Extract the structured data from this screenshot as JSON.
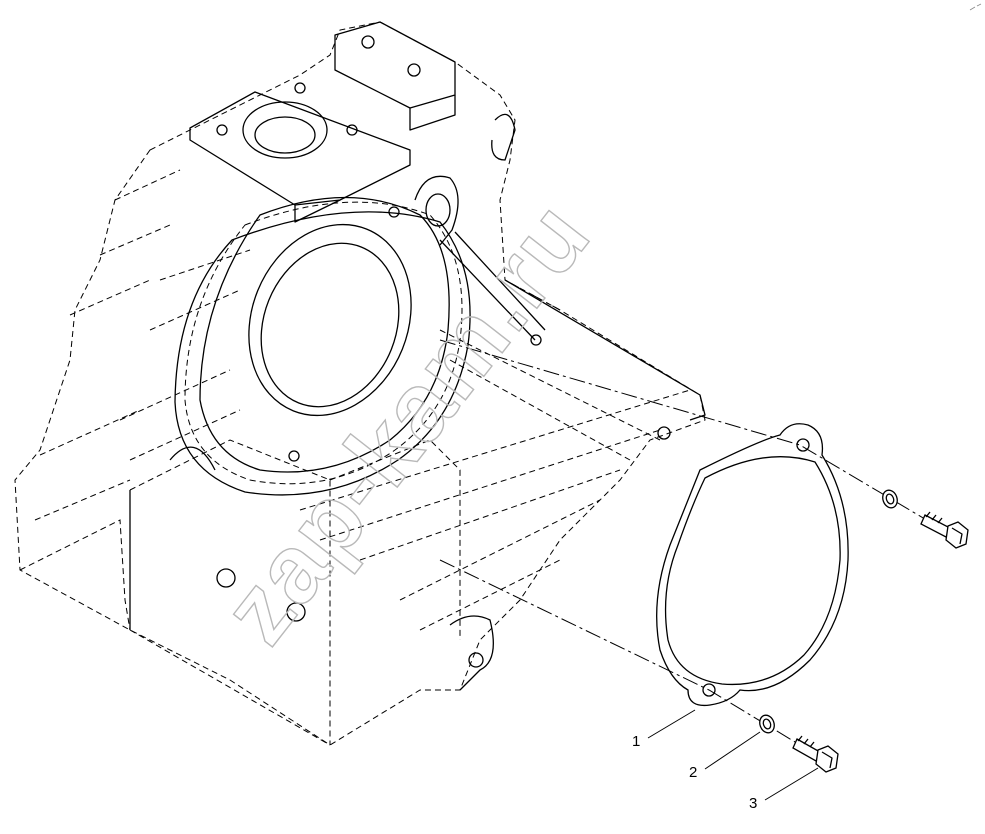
{
  "diagram": {
    "watermark": "zap-kam.ru",
    "callouts": [
      {
        "id": "part-1",
        "label": "1"
      },
      {
        "id": "part-2",
        "label": "2"
      },
      {
        "id": "part-3",
        "label": "3"
      }
    ]
  }
}
